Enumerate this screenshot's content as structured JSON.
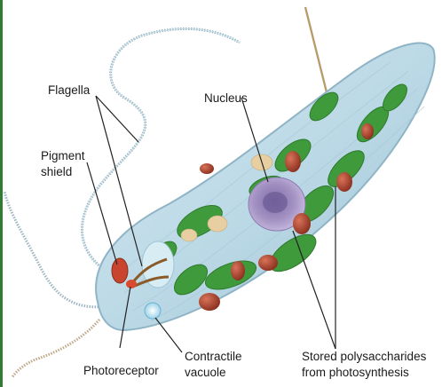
{
  "labels": {
    "flagella": "Flagella",
    "pigment_shield_line1": "Pigment",
    "pigment_shield_line2": "shield",
    "nucleus": "Nucleus",
    "photoreceptor": "Photoreceptor",
    "contractile_line1": "Contractile",
    "contractile_line2": "vacuole",
    "stored_line1": "Stored polysaccharides",
    "stored_line2": "from photosynthesis"
  },
  "colors": {
    "cell_body": "#bcd9e6",
    "cell_outline": "#8fb4c6",
    "chloroplast": "#3f9a3c",
    "nucleus": "#a593c4",
    "pigment_shield": "#c8442e",
    "paramylon": "#b24a32",
    "leader_line": "#222222",
    "edge_bar": "#2e7d32"
  }
}
